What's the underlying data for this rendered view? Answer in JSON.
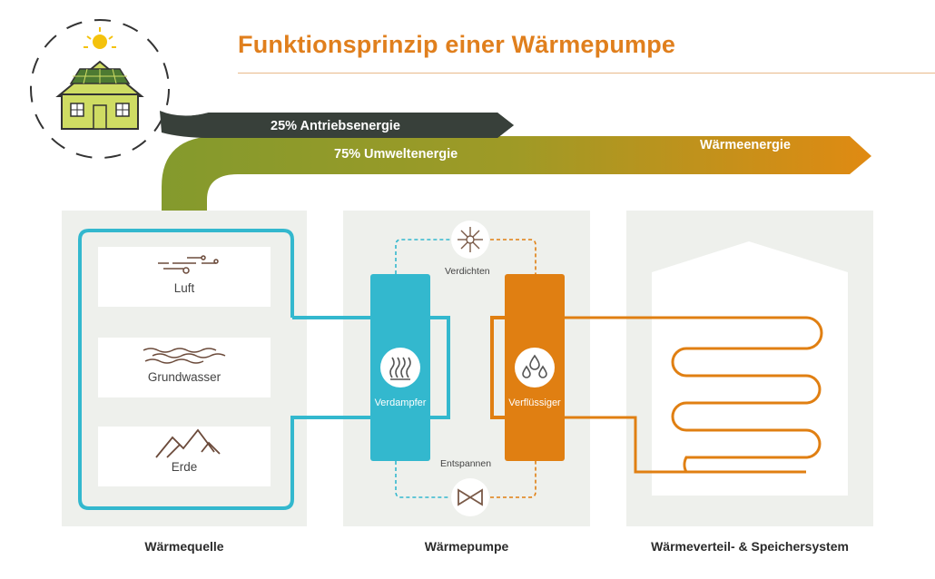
{
  "title": "Funktionsprinzip einer Wärmepumpe",
  "flows": {
    "drive": "25% Antriebsenergie",
    "environment": "75% Umweltenergie",
    "heat": "Wärmeenergie"
  },
  "sources": [
    {
      "label": "Luft",
      "icon": "wind-icon"
    },
    {
      "label": "Grundwasser",
      "icon": "water-waves-icon"
    },
    {
      "label": "Erde",
      "icon": "mountains-icon"
    }
  ],
  "pump": {
    "evaporator": "Verdampfer",
    "condenser": "Verflüssiger",
    "compress": "Verdichten",
    "expand": "Entspannen"
  },
  "footer": {
    "source": "Wärmequelle",
    "pump": "Wärmepumpe",
    "distribution": "Wärmeverteil- & Speichersystem"
  },
  "colors": {
    "accent": "#e07f1d",
    "green": "#8a9a2c",
    "dark": "#38403a",
    "blue": "#33b8ce",
    "orange": "#e07f12",
    "house": "#cfdc63"
  }
}
